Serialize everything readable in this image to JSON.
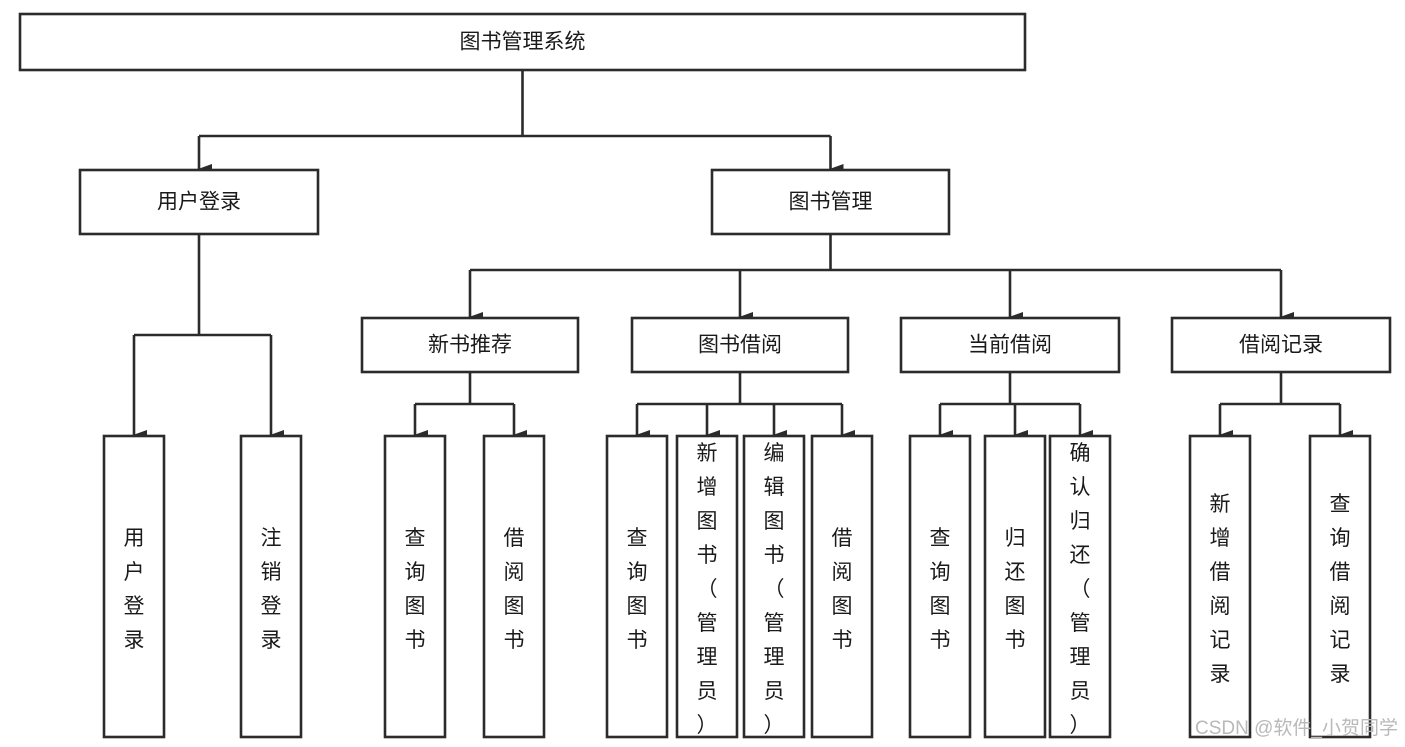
{
  "diagram": {
    "title": "图书管理系统",
    "type": "tree-structure-chart",
    "orientation": "top-down",
    "watermark": "CSDN @软件_小贺同学",
    "colors": {
      "box_stroke": "#2b2b2b",
      "box_fill": "#ffffff",
      "text": "#1a1a1a",
      "connector": "#2b2b2b",
      "watermark": "#b9b9b9",
      "background": "#ffffff"
    },
    "levels": [
      {
        "level": 1,
        "nodes": [
          {
            "id": "root",
            "label": "图书管理系统",
            "orientation": "horizontal"
          }
        ]
      },
      {
        "level": 2,
        "nodes": [
          {
            "id": "login",
            "label": "用户登录",
            "orientation": "horizontal",
            "parent": "root"
          },
          {
            "id": "bookmgmt",
            "label": "图书管理",
            "orientation": "horizontal",
            "parent": "root"
          }
        ]
      },
      {
        "level": 3,
        "nodes": [
          {
            "id": "newbook",
            "label": "新书推荐",
            "orientation": "horizontal",
            "parent": "bookmgmt"
          },
          {
            "id": "borrow",
            "label": "图书借阅",
            "orientation": "horizontal",
            "parent": "bookmgmt"
          },
          {
            "id": "current",
            "label": "当前借阅",
            "orientation": "horizontal",
            "parent": "bookmgmt"
          },
          {
            "id": "record",
            "label": "借阅记录",
            "orientation": "horizontal",
            "parent": "bookmgmt"
          }
        ]
      },
      {
        "level": 4,
        "nodes": [
          {
            "id": "leaf-user-login",
            "label": "用户登录",
            "orientation": "vertical",
            "parent": "login"
          },
          {
            "id": "leaf-user-logout",
            "label": "注销登录",
            "orientation": "vertical",
            "parent": "login"
          },
          {
            "id": "leaf-query-book-1",
            "label": "查询图书",
            "orientation": "vertical",
            "parent": "newbook"
          },
          {
            "id": "leaf-borrow-book-1",
            "label": "借阅图书",
            "orientation": "vertical",
            "parent": "newbook"
          },
          {
            "id": "leaf-query-book-2",
            "label": "查询图书",
            "orientation": "vertical",
            "parent": "borrow"
          },
          {
            "id": "leaf-add-book",
            "label": "新增图书（管理员）",
            "orientation": "vertical",
            "parent": "borrow"
          },
          {
            "id": "leaf-edit-book",
            "label": "编辑图书（管理员）",
            "orientation": "vertical",
            "parent": "borrow"
          },
          {
            "id": "leaf-borrow-book-2",
            "label": "借阅图书",
            "orientation": "vertical",
            "parent": "borrow"
          },
          {
            "id": "leaf-query-book-3",
            "label": "查询图书",
            "orientation": "vertical",
            "parent": "current"
          },
          {
            "id": "leaf-return-book",
            "label": "归还图书",
            "orientation": "vertical",
            "parent": "current"
          },
          {
            "id": "leaf-confirm-return",
            "label": "确认归还（管理员）",
            "orientation": "vertical",
            "parent": "current"
          },
          {
            "id": "leaf-add-record",
            "label": "新增借阅记录",
            "orientation": "vertical",
            "parent": "record"
          },
          {
            "id": "leaf-query-record",
            "label": "查询借阅记录",
            "orientation": "vertical",
            "parent": "record"
          }
        ]
      }
    ]
  }
}
